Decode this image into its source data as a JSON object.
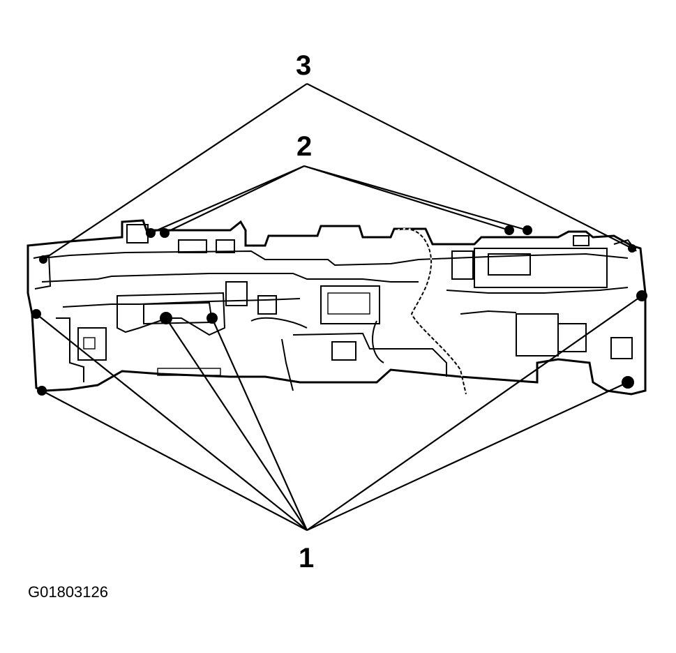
{
  "callouts": {
    "one": "1",
    "two": "2",
    "three": "3"
  },
  "figure_id": "G01803126"
}
